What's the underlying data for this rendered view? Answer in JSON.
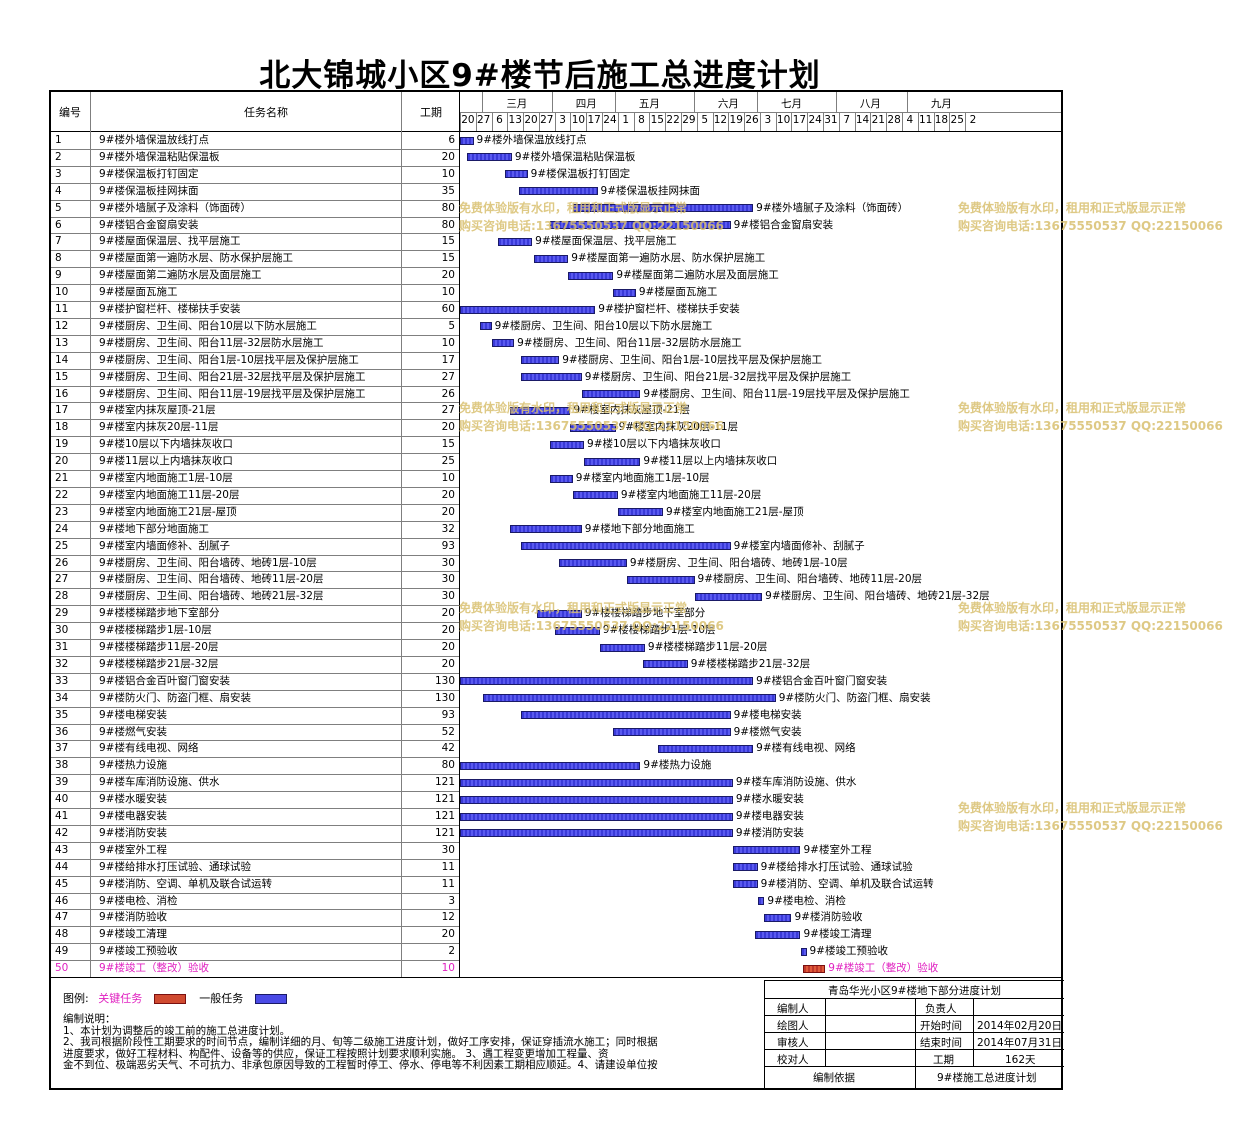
{
  "title": "北大锦城小区9#楼节后施工总进度计划",
  "headers": {
    "id": "编号",
    "name": "任务名称",
    "duration": "工期"
  },
  "months": [
    "三月",
    "四月",
    "五月",
    "六月",
    "七月",
    "八月",
    "九月"
  ],
  "days": [
    "20",
    "27",
    "6",
    "13",
    "20",
    "27",
    "3",
    "10",
    "17",
    "24",
    "1",
    "8",
    "15",
    "22",
    "29",
    "5",
    "12",
    "19",
    "26",
    "3",
    "10",
    "17",
    "24",
    "31",
    "7",
    "14",
    "21",
    "28",
    "4",
    "11",
    "18",
    "25",
    "2"
  ],
  "tasks": [
    {
      "id": "1",
      "name": "9#楼外墙保温放线打点",
      "dur": "6",
      "start": 0,
      "span": 6
    },
    {
      "id": "2",
      "name": "9#楼外墙保温粘贴保温板",
      "dur": "20",
      "start": 3,
      "span": 20
    },
    {
      "id": "3",
      "name": "9#楼保温板打钉固定",
      "dur": "10",
      "start": 20,
      "span": 10
    },
    {
      "id": "4",
      "name": "9#楼保温板挂网抹面",
      "dur": "35",
      "start": 26,
      "span": 35
    },
    {
      "id": "5",
      "name": "9#楼外墙腻子及涂料（饰面砖）",
      "dur": "80",
      "start": 50,
      "span": 80
    },
    {
      "id": "6",
      "name": "9#楼铝合金窗扇安装",
      "dur": "80",
      "start": 40,
      "span": 80
    },
    {
      "id": "7",
      "name": "9#楼屋面保温层、找平层施工",
      "dur": "15",
      "start": 17,
      "span": 15
    },
    {
      "id": "8",
      "name": "9#楼屋面第一遍防水层、防水保护层施工",
      "dur": "15",
      "start": 33,
      "span": 15
    },
    {
      "id": "9",
      "name": "9#楼屋面第二遍防水层及面层施工",
      "dur": "20",
      "start": 48,
      "span": 20
    },
    {
      "id": "10",
      "name": "9#楼屋面瓦施工",
      "dur": "10",
      "start": 68,
      "span": 10
    },
    {
      "id": "11",
      "name": "9#楼护窗栏杆、楼梯扶手安装",
      "dur": "60",
      "start": 0,
      "span": 60
    },
    {
      "id": "12",
      "name": "9#楼厨房、卫生间、阳台10层以下防水层施工",
      "dur": "5",
      "start": 9,
      "span": 5
    },
    {
      "id": "13",
      "name": "9#楼厨房、卫生间、阳台11层-32层防水层施工",
      "dur": "10",
      "start": 14,
      "span": 10
    },
    {
      "id": "14",
      "name": "9#楼厨房、卫生间、阳台1层-10层找平层及保护层施工",
      "dur": "17",
      "start": 27,
      "span": 17
    },
    {
      "id": "15",
      "name": "9#楼厨房、卫生间、阳台21层-32层找平层及保护层施工",
      "dur": "27",
      "start": 27,
      "span": 27
    },
    {
      "id": "16",
      "name": "9#楼厨房、卫生间、阳台11层-19层找平层及保护层施工",
      "dur": "26",
      "start": 54,
      "span": 26
    },
    {
      "id": "17",
      "name": "9#楼室内抹灰屋顶-21层",
      "dur": "27",
      "start": 22,
      "span": 27
    },
    {
      "id": "18",
      "name": "9#楼室内抹灰20层-11层",
      "dur": "20",
      "start": 49,
      "span": 20
    },
    {
      "id": "19",
      "name": "9#楼10层以下内墙抹灰收口",
      "dur": "15",
      "start": 40,
      "span": 15
    },
    {
      "id": "20",
      "name": "9#楼11层以上内墙抹灰收口",
      "dur": "25",
      "start": 55,
      "span": 25
    },
    {
      "id": "21",
      "name": "9#楼室内地面施工1层-10层",
      "dur": "10",
      "start": 40,
      "span": 10
    },
    {
      "id": "22",
      "name": "9#楼室内地面施工11层-20层",
      "dur": "20",
      "start": 50,
      "span": 20
    },
    {
      "id": "23",
      "name": "9#楼室内地面施工21层-屋顶",
      "dur": "20",
      "start": 70,
      "span": 20
    },
    {
      "id": "24",
      "name": "9#楼地下部分地面施工",
      "dur": "32",
      "start": 22,
      "span": 32
    },
    {
      "id": "25",
      "name": "9#楼室内墙面修补、刮腻子",
      "dur": "93",
      "start": 27,
      "span": 93
    },
    {
      "id": "26",
      "name": "9#楼厨房、卫生间、阳台墙砖、地砖1层-10层",
      "dur": "30",
      "start": 44,
      "span": 30
    },
    {
      "id": "27",
      "name": "9#楼厨房、卫生间、阳台墙砖、地砖11层-20层",
      "dur": "30",
      "start": 74,
      "span": 30
    },
    {
      "id": "28",
      "name": "9#楼厨房、卫生间、阳台墙砖、地砖21层-32层",
      "dur": "30",
      "start": 104,
      "span": 30
    },
    {
      "id": "29",
      "name": "9#楼楼梯踏步地下室部分",
      "dur": "20",
      "start": 34,
      "span": 20
    },
    {
      "id": "30",
      "name": "9#楼楼梯踏步1层-10层",
      "dur": "20",
      "start": 42,
      "span": 20
    },
    {
      "id": "31",
      "name": "9#楼楼梯踏步11层-20层",
      "dur": "20",
      "start": 62,
      "span": 20
    },
    {
      "id": "32",
      "name": "9#楼楼梯踏步21层-32层",
      "dur": "20",
      "start": 81,
      "span": 20
    },
    {
      "id": "33",
      "name": "9#楼铝合金百叶窗门窗安装",
      "dur": "130",
      "start": 0,
      "span": 130
    },
    {
      "id": "34",
      "name": "9#楼防火门、防盗门框、扇安装",
      "dur": "130",
      "start": 10,
      "span": 130
    },
    {
      "id": "35",
      "name": "9#楼电梯安装",
      "dur": "93",
      "start": 27,
      "span": 93
    },
    {
      "id": "36",
      "name": "9#楼燃气安装",
      "dur": "52",
      "start": 68,
      "span": 52
    },
    {
      "id": "37",
      "name": "9#楼有线电视、网络",
      "dur": "42",
      "start": 88,
      "span": 42
    },
    {
      "id": "38",
      "name": "9#楼热力设施",
      "dur": "80",
      "start": 0,
      "span": 80
    },
    {
      "id": "39",
      "name": "9#楼车库消防设施、供水",
      "dur": "121",
      "start": 0,
      "span": 121
    },
    {
      "id": "40",
      "name": "9#楼水暖安装",
      "dur": "121",
      "start": 0,
      "span": 121
    },
    {
      "id": "41",
      "name": "9#楼电器安装",
      "dur": "121",
      "start": 0,
      "span": 121
    },
    {
      "id": "42",
      "name": "9#楼消防安装",
      "dur": "121",
      "start": 0,
      "span": 121
    },
    {
      "id": "43",
      "name": "9#楼室外工程",
      "dur": "30",
      "start": 121,
      "span": 30
    },
    {
      "id": "44",
      "name": "9#楼给排水打压试验、通球试验",
      "dur": "11",
      "start": 121,
      "span": 11
    },
    {
      "id": "45",
      "name": "9#楼消防、空调、单机及联合试运转",
      "dur": "11",
      "start": 121,
      "span": 11
    },
    {
      "id": "46",
      "name": "9#楼电检、消检",
      "dur": "3",
      "start": 132,
      "span": 3
    },
    {
      "id": "47",
      "name": "9#楼消防验收",
      "dur": "12",
      "start": 135,
      "span": 12
    },
    {
      "id": "48",
      "name": "9#楼竣工清理",
      "dur": "20",
      "start": 131,
      "span": 20
    },
    {
      "id": "49",
      "name": "9#楼竣工预验收",
      "dur": "2",
      "start": 151,
      "span": 2
    },
    {
      "id": "50",
      "name": "9#楼竣工（整改）验收",
      "dur": "10",
      "start": 152,
      "span": 10,
      "critical": true
    }
  ],
  "legend": {
    "label": "图例:",
    "critical": "关键任务",
    "normal": "一般任务"
  },
  "notes": {
    "heading": "编制说明：",
    "line1": "1、本计划为调整后的竣工前的施工总进度计划。",
    "line2": "  2、我司根据阶段性工期要求的时间节点，编制详细的月、旬等二级施工进度计划，做好工序安排，保证穿插流水施工；同时根据",
    "line3": "进度要求，做好工程材料、构配件、设备等的供应，保证工程按照计划要求顺利实施。 3、遇工程变更增加工程量、资",
    "line4": "金不到位、极端恶劣天气、不可抗力、非承包原因导致的工程暂时停工、停水、停电等不利因素工期相应顺延。4、请建设单位按"
  },
  "info": {
    "project": "青岛华光小区9#楼地下部分进度计划",
    "preparer_label": "编制人",
    "preparer": "",
    "responsible_label": "负责人",
    "responsible": "",
    "drafter_label": "绘图人",
    "start_label": "开始时间",
    "start": "2014年02月20日",
    "reviewer_label": "审核人",
    "end_label": "结束时间",
    "end": "2014年07月31日",
    "checker_label": "校对人",
    "period_label": "工期",
    "period": "162天",
    "basis_label": "编制依据",
    "basis": "9#楼施工总进度计划"
  },
  "watermark": {
    "line1": "免费体验版有水印，租用和正式版显示正常",
    "line2": "购买咨询电话:13675550537 QQ:22150066"
  },
  "colors": {
    "bar": "#4a4ae6",
    "critical_bar": "#d04a30",
    "critical_text": "#e020c0",
    "watermark": "#d9c070"
  }
}
